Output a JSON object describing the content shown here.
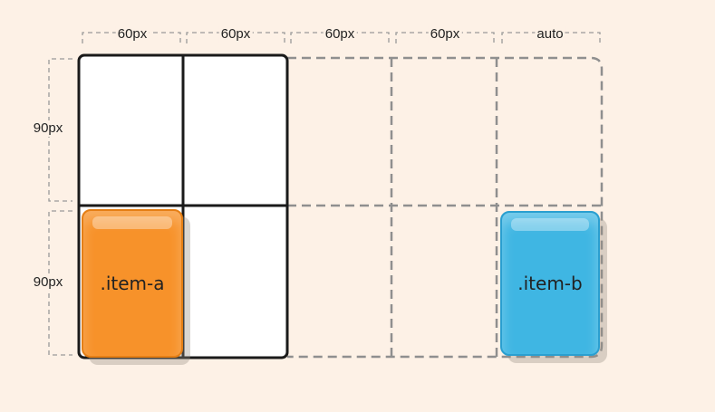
{
  "columns": [
    "60px",
    "60px",
    "60px",
    "60px",
    "auto"
  ],
  "rows": [
    "90px",
    "90px"
  ],
  "items": {
    "a": {
      "label": ".item-a",
      "color": "#f7922a"
    },
    "b": {
      "label": ".item-b",
      "color": "#3fb6e3"
    }
  },
  "colors": {
    "background": "#fdf1e6",
    "explicit_grid_line": "#1a1a1a",
    "implicit_grid_line": "#8f8f8f"
  }
}
